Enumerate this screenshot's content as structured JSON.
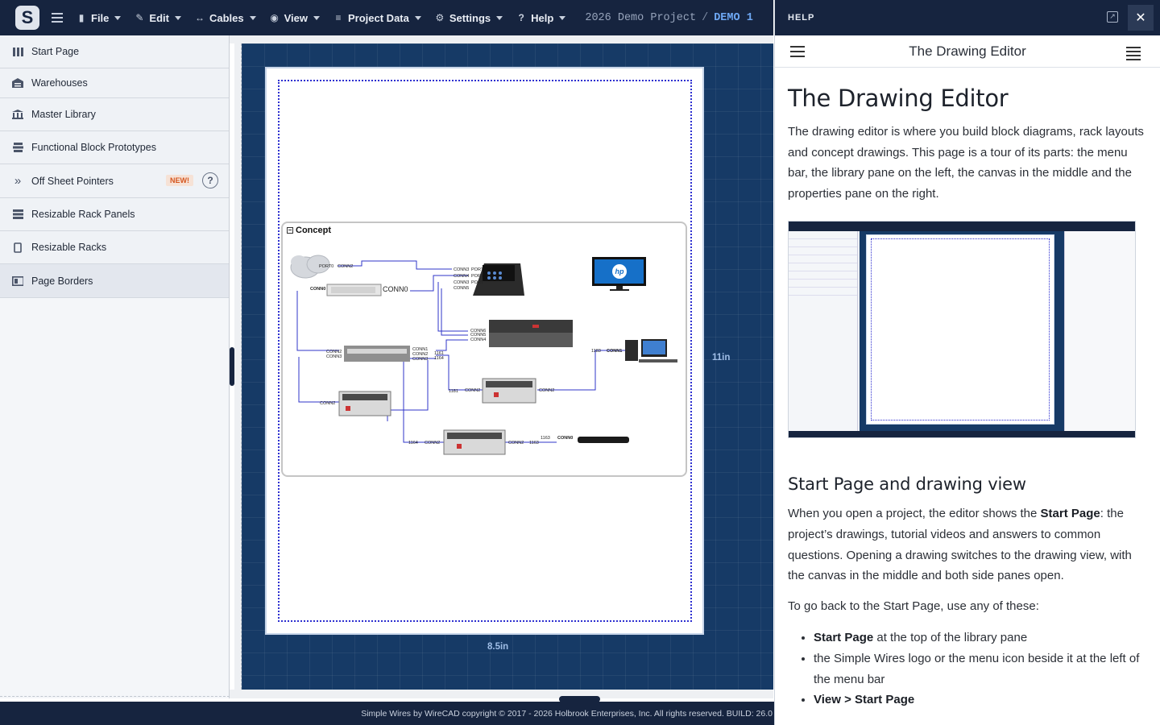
{
  "app": {
    "logo_letter": "S"
  },
  "menubar": {
    "items": [
      {
        "label": "File",
        "icon": "file-icon"
      },
      {
        "label": "Edit",
        "icon": "edit-icon"
      },
      {
        "label": "Cables",
        "icon": "cables-arrows-icon"
      },
      {
        "label": "View",
        "icon": "eye-icon"
      },
      {
        "label": "Project Data",
        "icon": "database-icon"
      },
      {
        "label": "Settings",
        "icon": "gear-icon"
      },
      {
        "label": "Help",
        "icon": "question-icon"
      }
    ],
    "project_name": "2026 Demo Project",
    "separator": "/",
    "drawing_code": "DEMO 1"
  },
  "sidebar": {
    "items": [
      {
        "label": "Start Page",
        "icon": "columns-icon"
      },
      {
        "label": "Warehouses",
        "icon": "warehouse-icon"
      },
      {
        "label": "Master Library",
        "icon": "bank-icon"
      },
      {
        "label": "Functional Block Prototypes",
        "icon": "blocks-icon"
      },
      {
        "label": "Off Sheet Pointers",
        "icon": "double-chevron-icon",
        "badge": "NEW!",
        "help": "?"
      },
      {
        "label": "Resizable Rack Panels",
        "icon": "rack-panels-icon"
      },
      {
        "label": "Resizable Racks",
        "icon": "rack-icon"
      },
      {
        "label": "Page Borders",
        "icon": "page-border-icon"
      }
    ]
  },
  "canvas": {
    "width_label": "8.5in",
    "height_label": "11in",
    "group_title": "Concept",
    "group_toggle": "−",
    "labels": {
      "port0": "PORT0",
      "conn0": "CONN0",
      "conn1": "CONN1",
      "conn2": "CONN2",
      "conn3": "CONN3",
      "conn4": "CONN4",
      "conn5": "CONN5",
      "conn6": "CONN6",
      "port": "PORT",
      "l1161": "1161",
      "l1162": "1162",
      "l1163": "1163",
      "l1164": "1164",
      "l1181": "1181",
      "l1183": "1183",
      "hp": "hp"
    }
  },
  "footer": {
    "text": "Simple Wires by WireCAD copyright © 2017 - 2026 Holbrook Enterprises, Inc. All rights reserved. BUILD: 26.0"
  },
  "help": {
    "header": "HELP",
    "close": "✕",
    "popout": "↗",
    "doc_title": "The Drawing Editor",
    "h1": "The Drawing Editor",
    "intro": "The drawing editor is where you build block diagrams, rack layouts and concept drawings. This page is a tour of its parts: the menu bar, the library pane on the left, the canvas in the middle and the properties pane on the right.",
    "h2": "Start Page and drawing view",
    "p1_pre": "When you open a project, the editor shows the ",
    "p1_bold": "Start Page",
    "p1_post": ": the project’s drawings, tutorial videos and answers to common questions. Opening a drawing switches to the drawing view, with the canvas in the middle and both side panes open.",
    "p2": "To go back to the Start Page, use any of these:",
    "bullets": [
      {
        "bold": "Start Page",
        "rest": " at the top of the library pane"
      },
      {
        "bold": "",
        "rest": "the Simple Wires logo or the menu icon beside it at the left of the menu bar"
      },
      {
        "bold": "View > Start Page",
        "rest": ""
      }
    ]
  }
}
